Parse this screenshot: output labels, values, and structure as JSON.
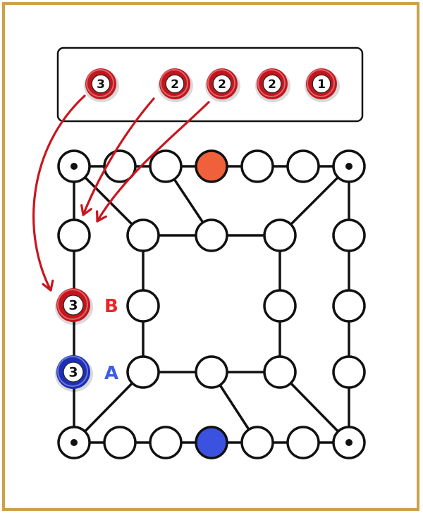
{
  "colors": {
    "frame": "#c9a24a",
    "line": "#111111",
    "node_fill": "#ffffff",
    "red_token": "#c4141c",
    "blue_token": "#1c2fb8",
    "red_node": "#f0603a",
    "blue_node": "#3b52e0",
    "arrow": "#c8161e",
    "label_b": "#e8262a",
    "label_a": "#3e5ee8"
  },
  "reserve": {
    "tokens": [
      {
        "value": "3"
      },
      {
        "value": "2"
      },
      {
        "value": "2"
      },
      {
        "value": "2"
      },
      {
        "value": "1"
      }
    ]
  },
  "board": {
    "placed": [
      {
        "value": "3",
        "player": "red",
        "label": "B"
      },
      {
        "value": "3",
        "player": "blue",
        "label": "A"
      }
    ],
    "special_nodes": [
      {
        "player": "red"
      },
      {
        "player": "blue"
      }
    ]
  }
}
